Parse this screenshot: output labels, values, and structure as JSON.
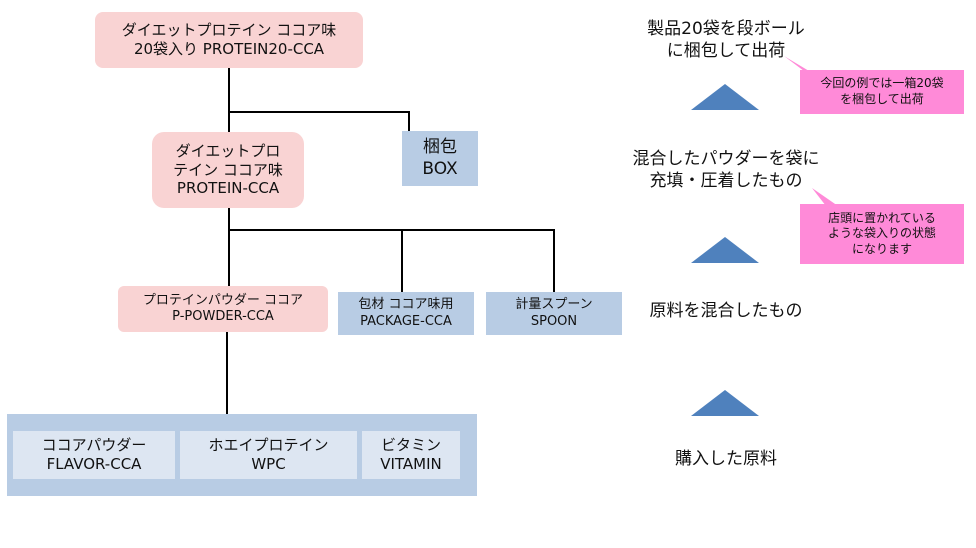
{
  "tree": {
    "root": {
      "line1": "ダイエットプロテイン ココア味",
      "line2": "20袋入り PROTEIN20-CCA"
    },
    "product": {
      "line1": "ダイエットプロ",
      "line2": "テイン ココア味",
      "line3": "PROTEIN-CCA"
    },
    "box": {
      "line1": "梱包",
      "line2": "BOX"
    },
    "powder": {
      "line1": "プロテインパウダー ココア",
      "line2": "P-POWDER-CCA"
    },
    "package": {
      "line1": "包材 ココア味用",
      "line2": "PACKAGE-CCA"
    },
    "spoon": {
      "line1": "計量スプーン",
      "line2": "SPOON"
    },
    "raw": [
      {
        "line1": "ココアパウダー",
        "line2": "FLAVOR-CCA"
      },
      {
        "line1": "ホエイプロテイン",
        "line2": "WPC"
      },
      {
        "line1": "ビタミン",
        "line2": "VITAMIN"
      }
    ]
  },
  "levels": {
    "level1": {
      "line1": "製品20袋を段ボール",
      "line2": "に梱包して出荷"
    },
    "level2": {
      "line1": "混合したパウダーを袋に",
      "line2": "充填・圧着したもの"
    },
    "level3": "原料を混合したもの",
    "level4": "購入した原料"
  },
  "callouts": {
    "c1": {
      "line1": "今回の例では一箱20袋",
      "line2": "を梱包して出荷"
    },
    "c2": {
      "line1": "店頭に置かれている",
      "line2": "ような袋入りの状態",
      "line3": "になります"
    }
  },
  "colors": {
    "pink_box": "#f9d3d3",
    "blue_box": "#b8cce4",
    "light_blue_box": "#dde6f2",
    "arrow": "#4f81bd",
    "callout": "#ff8ad8"
  }
}
